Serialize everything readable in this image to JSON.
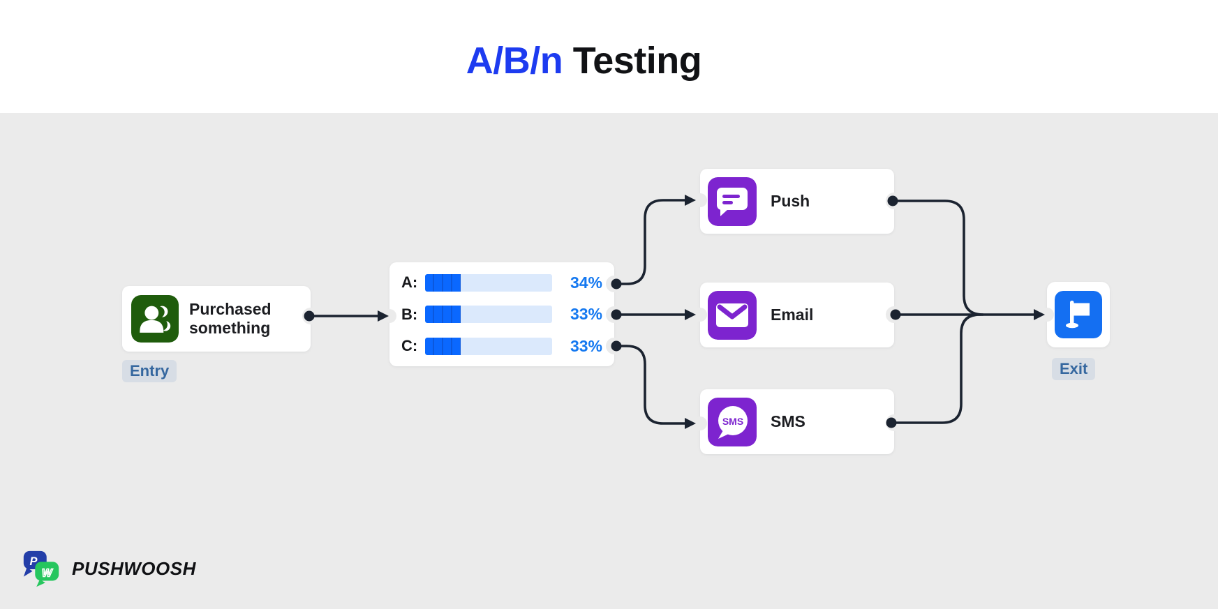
{
  "title": {
    "highlight": "A/B/n",
    "rest": " Testing"
  },
  "entry": {
    "label": "Purchased something",
    "badge": "Entry",
    "icon": "audience-icon"
  },
  "split": {
    "rows": [
      {
        "label": "A:",
        "percent": "34%",
        "fill_fraction": 0.28
      },
      {
        "label": "B:",
        "percent": "33%",
        "fill_fraction": 0.28
      },
      {
        "label": "C:",
        "percent": "33%",
        "fill_fraction": 0.28
      }
    ]
  },
  "channels": [
    {
      "label": "Push",
      "icon": "push-message-icon"
    },
    {
      "label": "Email",
      "icon": "email-icon"
    },
    {
      "label": "SMS",
      "icon": "sms-icon",
      "icon_text": "SMS"
    }
  ],
  "exit": {
    "badge": "Exit",
    "icon": "flag-icon"
  },
  "brand": {
    "name": "PUSHWOOSH",
    "monogram_p": "P",
    "monogram_w": "W"
  },
  "colors": {
    "title_blue": "#1d3bf0",
    "bar_blue": "#0a68ff",
    "bar_track": "#dbe9fc",
    "percent_blue": "#1478f0",
    "channel_purple": "#7d24cf",
    "entry_green": "#1f5c0c",
    "exit_blue": "#146ff2",
    "wire_dark": "#1b2330",
    "board_gray": "#ebebeb",
    "badge_bg": "#d7dde5",
    "badge_text": "#35679f"
  }
}
